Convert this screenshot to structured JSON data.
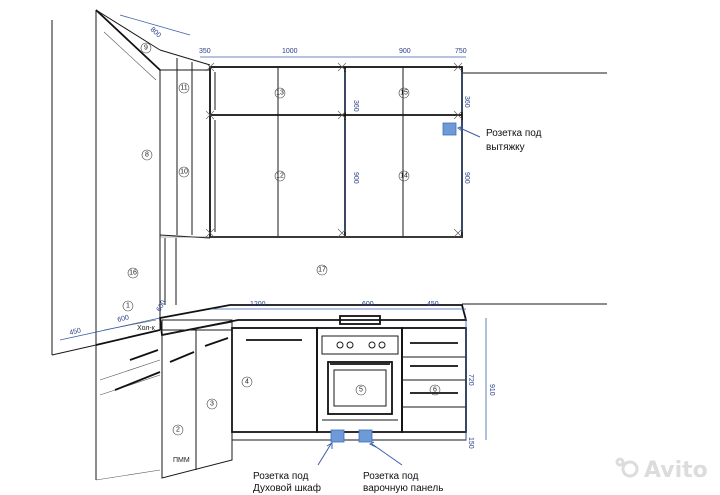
{
  "dimensions": {
    "d800": "800",
    "d350": "350",
    "d1000": "1000",
    "d900": "900",
    "d750": "750",
    "d360": "360",
    "d900v_a": "900",
    "d900v_b": "900",
    "d1200": "1200",
    "d600": "600",
    "d450": "450",
    "d600_left": "600",
    "d450_left": "450",
    "d600_small": "600",
    "d720": "720",
    "d910": "910",
    "d150": "150"
  },
  "modules": [
    "1",
    "2",
    "3",
    "4",
    "5",
    "6",
    "8",
    "9",
    "10",
    "11",
    "12",
    "13",
    "14",
    "15",
    "16",
    "17"
  ],
  "labels": {
    "hol": "Хол-к",
    "pmm": "ПММ"
  },
  "notes": {
    "hood_socket": [
      "Розетка под",
      "вытяжку"
    ],
    "oven_socket": [
      "Розетка под",
      "Духовой шкаф"
    ],
    "hob_socket": [
      "Розетка под",
      "варочную панель"
    ]
  },
  "watermark": "Avito",
  "colors": {
    "socket": "#6e9ad8",
    "dimension": "#3a5fa8"
  }
}
